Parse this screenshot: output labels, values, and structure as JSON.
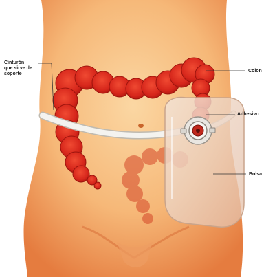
{
  "labels": {
    "belt": "Cinturón\nque sirve de\nsoporte",
    "colon": "Colon",
    "adhesive": "Adhesivo",
    "bag": "Bolsa"
  },
  "colors": {
    "skin_light": "#f8c487",
    "skin_dark": "#e8894a",
    "colon": "#d9271c",
    "colon_dark": "#a3150f",
    "belt": "#f2f2ee",
    "bag": "#e8d2c2"
  }
}
